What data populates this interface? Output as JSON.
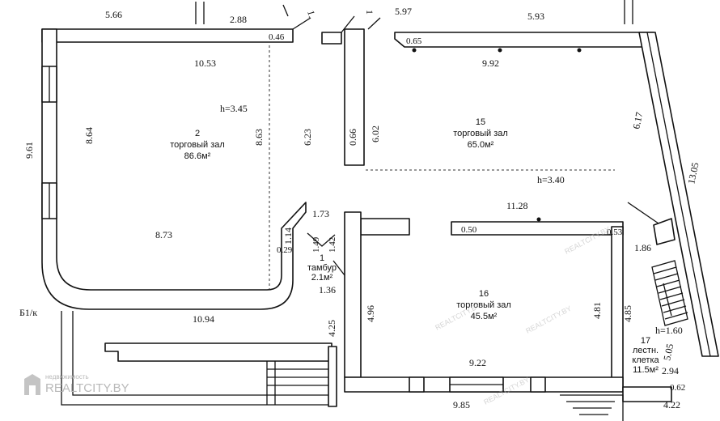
{
  "watermark": {
    "line1": "недвижимость",
    "line2": "REALTCITY.BY",
    "diag": "REALTCITY.BY"
  },
  "side_label": "Б1/к",
  "rooms": {
    "r2": {
      "number": "2",
      "name": "торговый зал",
      "area": "86.6м²"
    },
    "r15": {
      "number": "15",
      "name": "торговый зал",
      "area": "65.0м²"
    },
    "r16": {
      "number": "16",
      "name": "торговый зал",
      "area": "45.5м²"
    },
    "r1": {
      "number": "1",
      "name": "тамбур",
      "area": "2.1м²"
    },
    "r17": {
      "number": "17",
      "name1": "лестн.",
      "name2": "клетка",
      "area": "11.5м²"
    }
  },
  "heights": {
    "h1": "h=3.45",
    "h2": "h=3.40",
    "h3": "h=1.60"
  },
  "dims": {
    "d566": "5.66",
    "d288": "2.88",
    "d046": "0.46",
    "d1a": "1.",
    "d1b": "1",
    "d597": "5.97",
    "d593": "5.93",
    "d065": "0.65",
    "d1053": "10.53",
    "d992": "9.92",
    "d961": "9.61",
    "d864": "8.64",
    "d863": "8.63",
    "d623": "6.23",
    "d066": "0.66",
    "d602": "6.02",
    "d617": "6.17",
    "d1305": "13.05",
    "d1128": "11.28",
    "d873": "8.73",
    "d173": "1.73",
    "d114": "1.14",
    "d029": "0.29",
    "d149": "1.49",
    "d142": "1.42",
    "d136": "1.36",
    "d050": "0.50",
    "d053": "0.53",
    "d186": "1.86",
    "d1094": "10.94",
    "d425": "4.25",
    "d496": "4.96",
    "d481": "4.81",
    "d485": "4.85",
    "d505": "5.05",
    "d922": "9.22",
    "d294": "2.94",
    "d985": "9.85",
    "d062": "0.62",
    "d422": "4.22"
  }
}
